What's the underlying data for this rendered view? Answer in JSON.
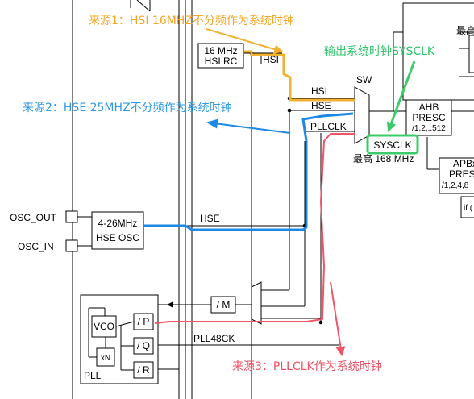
{
  "blocks": {
    "hsi_rc": {
      "line1": "16 MHz",
      "line2": "HSI RC"
    },
    "hse_osc": {
      "line1": "4-26MHz",
      "line2": "HSE OSC"
    },
    "pll": {
      "label": "PLL",
      "vco": "VCO",
      "xn": "xN",
      "p": "/ P",
      "q": "/ Q",
      "r": "/ R"
    },
    "m_div": "/ M",
    "ahb": {
      "line1": "AHB",
      "line2": "PRESC",
      "line3": "/1,2,..512"
    },
    "apb": {
      "line1": "APBx",
      "line2": "PRESC",
      "line3": "/1,2,4,8"
    },
    "if_box": "if (",
    "top_right": "最高"
  },
  "signals": {
    "hsi_a": "HSI",
    "hsi_b": "HSI",
    "hse_sw": "HSE",
    "pllclk": "PLLCLK",
    "hse_line": "HSE",
    "pll48ck": "PLL48CK",
    "sw": "SW",
    "sysclk": "SYSCLK",
    "max_freq": "最高 168 MHz"
  },
  "pins": {
    "osc_out": "OSC_OUT",
    "osc_in": "OSC_IN"
  },
  "annotations": {
    "source1": "来源1：HSI 16MHZ不分频作为系统时钟",
    "source2": "来源2：HSE 25MHZ不分频作为系统时钟",
    "source3": "来源3：PLLCLK作为系统时钟",
    "output": "输出系统时钟SYSCLK"
  },
  "colors": {
    "hsi_path": "#f2b233",
    "hse_path": "#1e88e5",
    "pll_path": "#ef5566",
    "output": "#3ccb6a",
    "source1_text": "#f5a623",
    "source2_text": "#2f9ae6",
    "source3_text": "#f05065",
    "output_text": "#2ec56a"
  }
}
